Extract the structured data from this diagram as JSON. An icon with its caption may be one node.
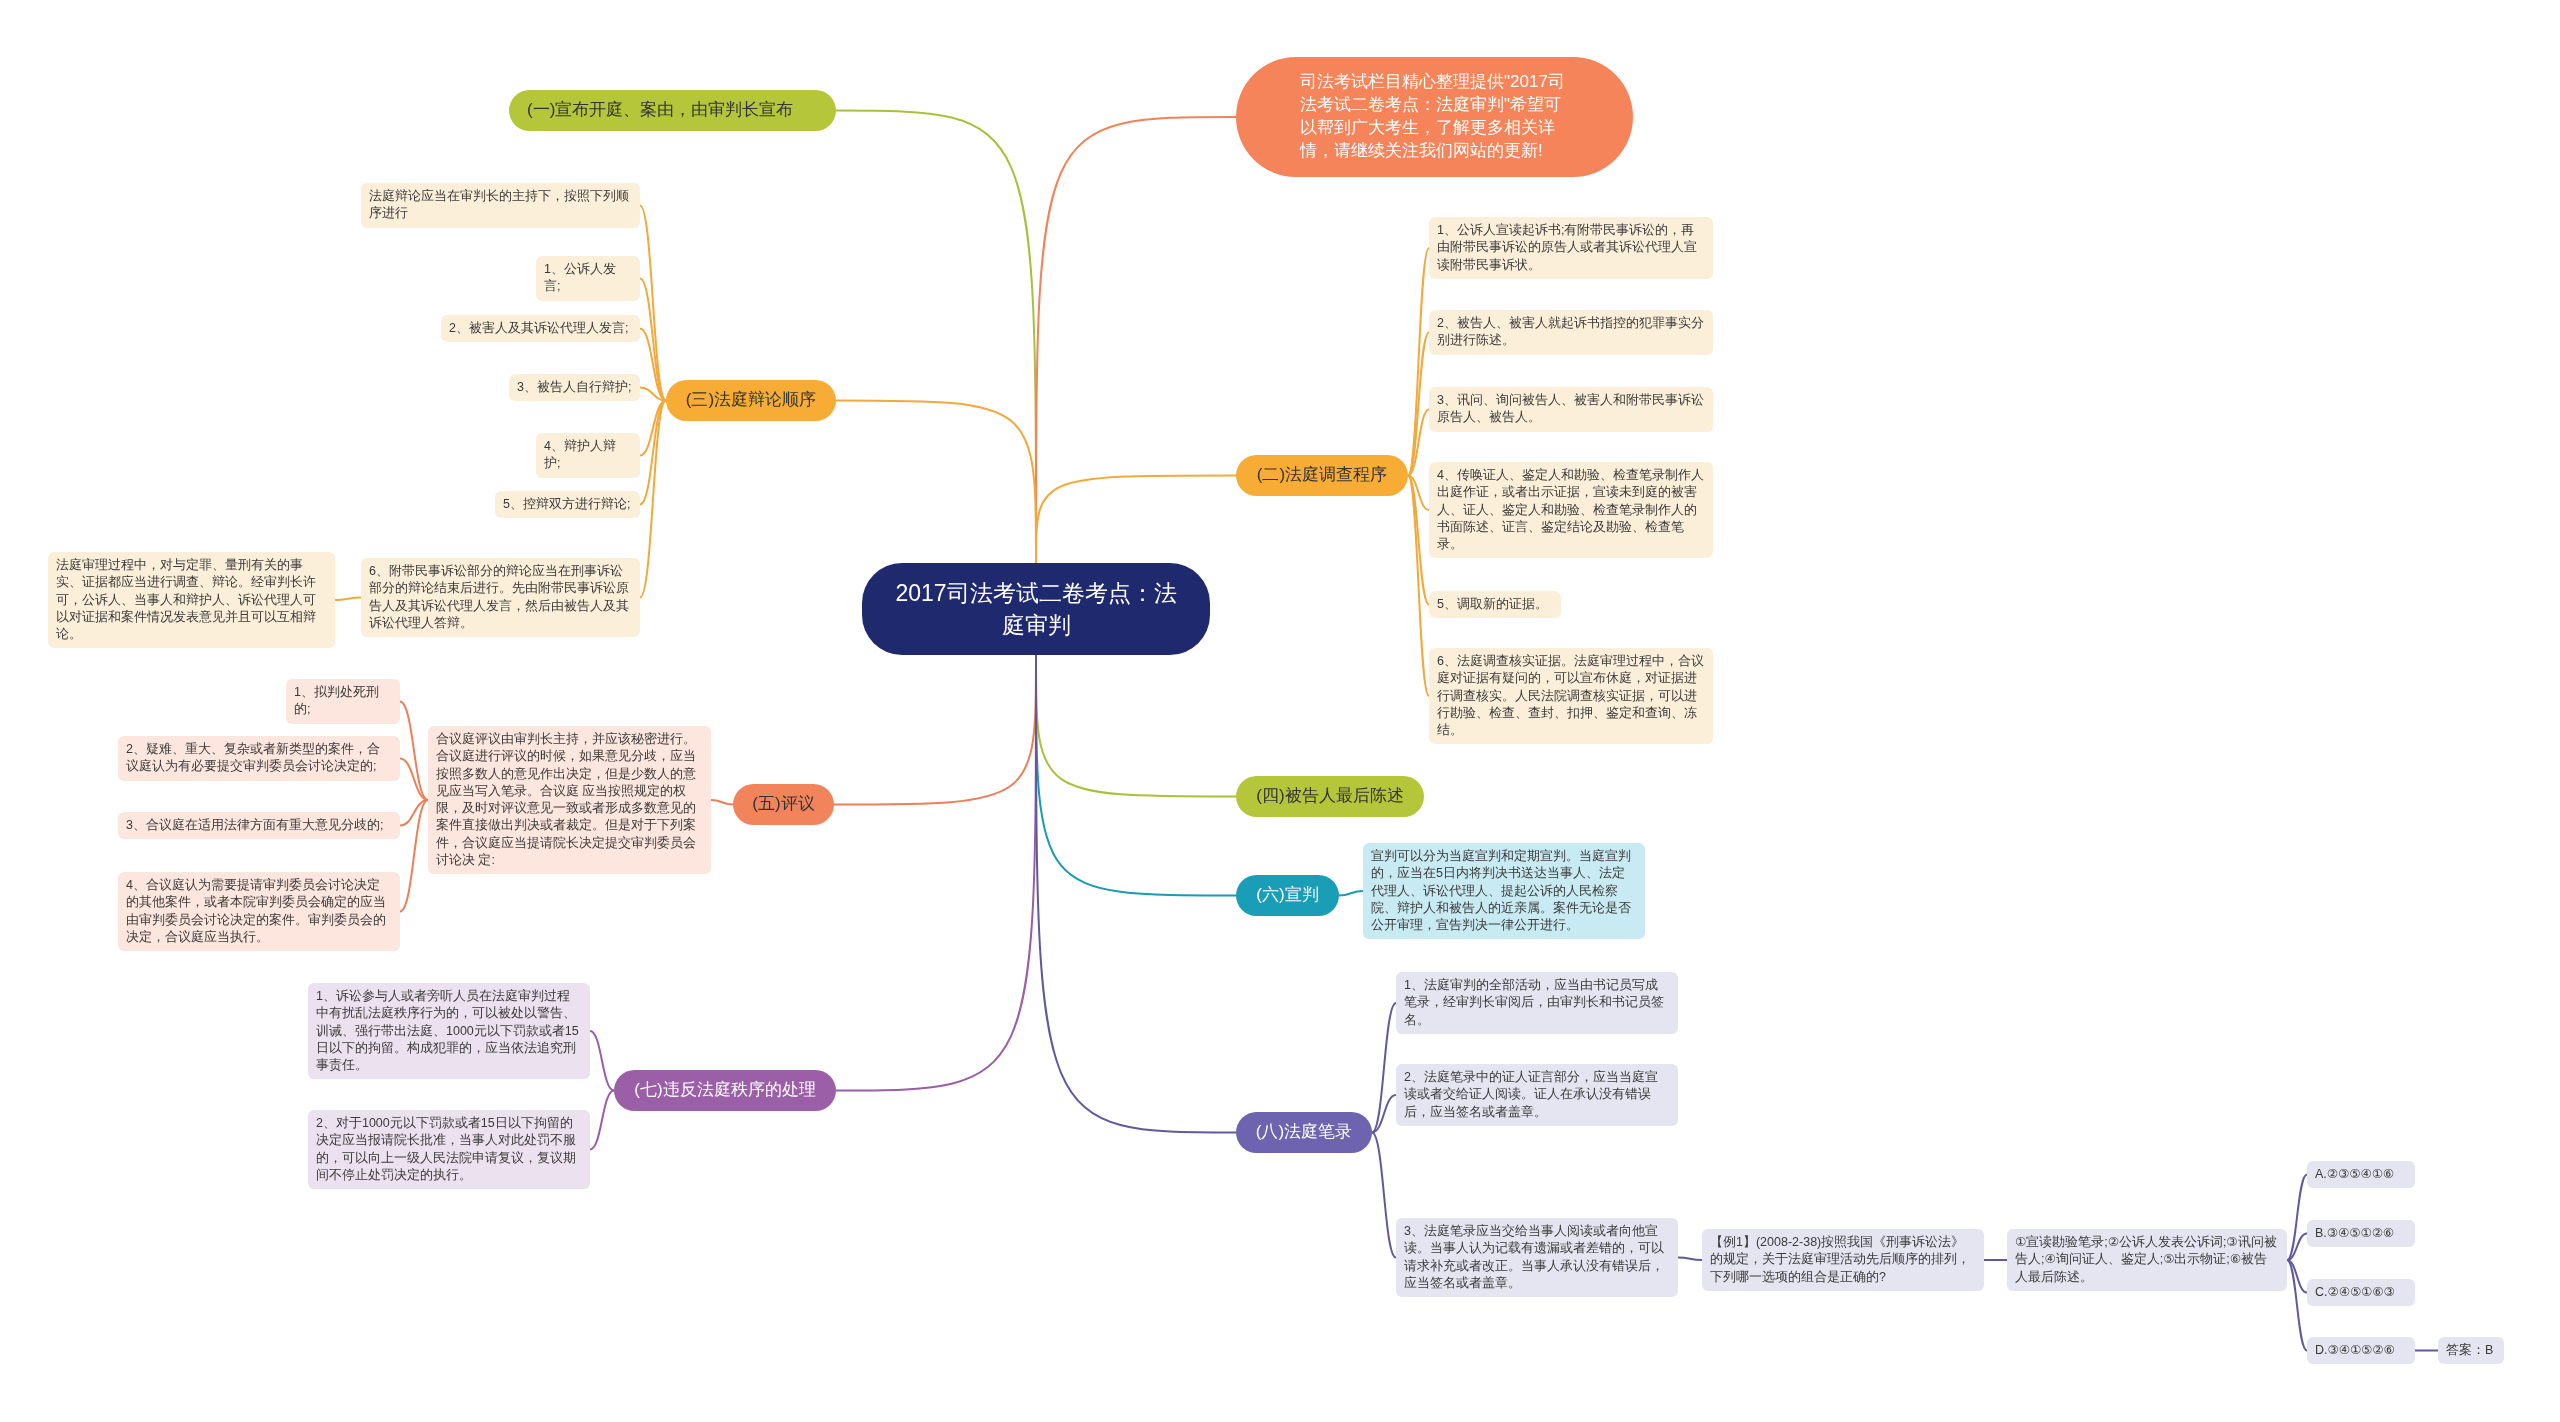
{
  "diagram": {
    "nodes": [
      {
        "text": [
          "2017司法考试二卷考点：法庭审判"
        ]
      },
      {
        "text": [
          "(一)宣布开庭、案由，由审判长宣布"
        ]
      },
      {
        "text": [
          "司法考试栏目精心整理提供\"2017司法考试二卷考点：法庭审判\"希望可以帮到广大考生，了解更多相关详情，请继续关注我们网站的更新!"
        ]
      },
      {
        "text": [
          "(三)法庭辩论顺序"
        ]
      },
      {
        "text": [
          "法庭辩论应当在审判长的主持下，按照下列顺序进行"
        ]
      },
      {
        "text": [
          "1、公诉人发言;"
        ]
      },
      {
        "text": [
          "2、被害人及其诉讼代理人发言;"
        ]
      },
      {
        "text": [
          "3、被告人自行辩护;"
        ]
      },
      {
        "text": [
          "4、辩护人辩护;"
        ]
      },
      {
        "text": [
          "5、控辩双方进行辩论;"
        ]
      },
      {
        "text": [
          "6、附带民事诉讼部分的辩论应当在刑事诉讼部分的辩论结束后进行。先由附带民事诉讼原告人及其诉讼代理人发言，然后由被告人及其诉讼代理人答辩。"
        ]
      },
      {
        "text": [
          "法庭审理过程中，对与定罪、量刑有关的事实、证据都应当进行调查、辩论。经审判长许可，公诉人、当事人和辩护人、诉讼代理人可以对证据和案件情况发表意见并且可以互相辩论。"
        ]
      },
      {
        "text": [
          "(二)法庭调查程序"
        ]
      },
      {
        "text": [
          "1、公诉人宣读起诉书;有附带民事诉讼的，再由附带民事诉讼的原告人或者其诉讼代理人宣读附带民事诉状。"
        ]
      },
      {
        "text": [
          "2、被告人、被害人就起诉书指控的犯罪事实分别进行陈述。"
        ]
      },
      {
        "text": [
          "3、讯问、询问被告人、被害人和附带民事诉讼原告人、被告人。"
        ]
      },
      {
        "text": [
          "4、传唤证人、鉴定人和勘验、检查笔录制作人出庭作证，或者出示证据，宣读未到庭的被害人、证人、鉴定人和勘验、检查笔录制作人的书面陈述、证言、鉴定结论及勘验、检查笔录。"
        ]
      },
      {
        "text": [
          "5、调取新的证据。"
        ]
      },
      {
        "text": [
          "6、法庭调查核实证据。法庭审理过程中，合议庭对证据有疑问的，可以宣布休庭，对证据进行调查核实。人民法院调查核实证据，可以进行勘验、检查、查封、扣押、鉴定和查询、冻结。"
        ]
      },
      {
        "text": [
          "(四)被告人最后陈述"
        ]
      },
      {
        "text": [
          "(五)评议"
        ]
      },
      {
        "text": [
          "合议庭评议由审判长主持，并应该秘密进行。合议庭进行评议的时候，如果意见分歧，应当按照多数人的意见作出决定，但是少数人的意见应当写入笔录。合议庭 应当按照规定的权限，及时对评议意见一致或者形成多数意见的案件直接做出判决或者裁定。但是对于下列案件，合议庭应当提请院长决定提交审判委员会讨论决 定:"
        ]
      },
      {
        "text": [
          "1、拟判处死刑的;"
        ]
      },
      {
        "text": [
          "2、疑难、重大、复杂或者新类型的案件，合议庭认为有必要提交审判委员会讨论决定的;"
        ]
      },
      {
        "text": [
          "3、合议庭在适用法律方面有重大意见分歧的;"
        ]
      },
      {
        "text": [
          "4、合议庭认为需要提请审判委员会讨论决定的其他案件，或者本院审判委员会确定的应当由审判委员会讨论决定的案件。审判委员会的决定，合议庭应当执行。"
        ]
      },
      {
        "text": [
          "(六)宣判"
        ]
      },
      {
        "text": [
          "宣判可以分为当庭宣判和定期宣判。当庭宣判的，应当在5日内将判决书送达当事人、法定代理人、诉讼代理人、提起公诉的人民检察院、辩护人和被告人的近亲属。案件无论是否公开审理，宣告判决一律公开进行。"
        ]
      },
      {
        "text": [
          "(七)违反法庭秩序的处理"
        ]
      },
      {
        "text": [
          "1、诉讼参与人或者旁听人员在法庭审判过程中有扰乱法庭秩序行为的，可以被处以警告、训诫、强行带出法庭、1000元以下罚款或者15日以下的拘留。构成犯罪的，应当依法追究刑事责任。"
        ]
      },
      {
        "text": [
          "2、对于1000元以下罚款或者15日以下拘留的决定应当报请院长批准，当事人对此处罚不服的，可以向上一级人民法院申请复议，复议期间不停止处罚决定的执行。"
        ]
      },
      {
        "text": [
          "(八)法庭笔录"
        ]
      },
      {
        "text": [
          "1、法庭审判的全部活动，应当由书记员写成笔录，经审判长审阅后，由审判长和书记员签名。"
        ]
      },
      {
        "text": [
          "2、法庭笔录中的证人证言部分，应当当庭宣读或者交给证人阅读。证人在承认没有错误后，应当签名或者盖章。"
        ]
      },
      {
        "text": [
          "3、法庭笔录应当交给当事人阅读或者向他宣读。当事人认为记载有遗漏或者差错的，可以请求补充或者改正。当事人承认没有错误后，应当签名或者盖章。"
        ]
      },
      {
        "text": [
          "【例1】(2008-2-38)按照我国《刑事诉讼法》的规定，关于法庭审理活动先后顺序的排列，下列哪一选项的组合是正确的?"
        ]
      },
      {
        "text": [
          "①宣读勘验笔录;②公诉人发表公诉词;③讯问被告人;④询问证人、鉴定人;⑤出示物证;⑥被告人最后陈述。"
        ]
      },
      {
        "text": [
          "A.②③⑤④①⑥"
        ]
      },
      {
        "text": [
          "B.③④⑤①②⑥"
        ]
      },
      {
        "text": [
          "C.②④⑤①⑥③"
        ]
      },
      {
        "text": [
          "D.③④①⑤②⑥"
        ]
      },
      {
        "text": [
          "答案：B"
        ]
      }
    ],
    "edges": [
      {
        "from": 0,
        "to": 1,
        "arrow": "none",
        "color": "#a9c13a"
      },
      {
        "from": 0,
        "to": 2,
        "arrow": "none",
        "color": "#f08358"
      },
      {
        "from": 0,
        "to": 3,
        "arrow": "none",
        "color": "#f2a93b"
      },
      {
        "from": 3,
        "to": 4,
        "arrow": "none",
        "color": "#f2a93b"
      },
      {
        "from": 3,
        "to": 5,
        "arrow": "none",
        "color": "#f2a93b"
      },
      {
        "from": 3,
        "to": 6,
        "arrow": "none",
        "color": "#f2a93b"
      },
      {
        "from": 3,
        "to": 7,
        "arrow": "none",
        "color": "#f2a93b"
      },
      {
        "from": 3,
        "to": 8,
        "arrow": "none",
        "color": "#f2a93b"
      },
      {
        "from": 3,
        "to": 9,
        "arrow": "none",
        "color": "#f2a93b"
      },
      {
        "from": 3,
        "to": 10,
        "arrow": "none",
        "color": "#f2a93b"
      },
      {
        "from": 10,
        "to": 11,
        "arrow": "none",
        "color": "#f2a93b"
      },
      {
        "from": 0,
        "to": 12,
        "arrow": "none",
        "color": "#f2a93b"
      },
      {
        "from": 12,
        "to": 13,
        "arrow": "none",
        "color": "#f2a93b"
      },
      {
        "from": 12,
        "to": 14,
        "arrow": "none",
        "color": "#f2a93b"
      },
      {
        "from": 12,
        "to": 15,
        "arrow": "none",
        "color": "#f2a93b"
      },
      {
        "from": 12,
        "to": 16,
        "arrow": "none",
        "color": "#f2a93b"
      },
      {
        "from": 12,
        "to": 17,
        "arrow": "none",
        "color": "#f2a93b"
      },
      {
        "from": 12,
        "to": 18,
        "arrow": "none",
        "color": "#f2a93b"
      },
      {
        "from": 0,
        "to": 19,
        "arrow": "none",
        "color": "#a9c13a"
      },
      {
        "from": 0,
        "to": 20,
        "arrow": "none",
        "color": "#ec7f58"
      },
      {
        "from": 20,
        "to": 21,
        "arrow": "none",
        "color": "#ec7f58"
      },
      {
        "from": 21,
        "to": 22,
        "arrow": "none",
        "color": "#ec7f58"
      },
      {
        "from": 21,
        "to": 23,
        "arrow": "none",
        "color": "#ec7f58"
      },
      {
        "from": 21,
        "to": 24,
        "arrow": "none",
        "color": "#ec7f58"
      },
      {
        "from": 21,
        "to": 25,
        "arrow": "none",
        "color": "#ec7f58"
      },
      {
        "from": 0,
        "to": 26,
        "arrow": "none",
        "color": "#1a9bb3"
      },
      {
        "from": 26,
        "to": 27,
        "arrow": "none",
        "color": "#1a9bb3"
      },
      {
        "from": 0,
        "to": 28,
        "arrow": "none",
        "color": "#9a5ea6"
      },
      {
        "from": 28,
        "to": 29,
        "arrow": "none",
        "color": "#9a5ea6"
      },
      {
        "from": 28,
        "to": 30,
        "arrow": "none",
        "color": "#9a5ea6"
      },
      {
        "from": 0,
        "to": 31,
        "arrow": "none",
        "color": "#5f5a9e"
      },
      {
        "from": 31,
        "to": 32,
        "arrow": "none",
        "color": "#5f5a9e"
      },
      {
        "from": 31,
        "to": 33,
        "arrow": "none",
        "color": "#5f5a9e"
      },
      {
        "from": 31,
        "to": 34,
        "arrow": "none",
        "color": "#5f5a9e"
      },
      {
        "from": 34,
        "to": 35,
        "arrow": "none",
        "color": "#5f5a9e"
      },
      {
        "from": 35,
        "to": 36,
        "arrow": "none",
        "color": "#5f5a9e"
      },
      {
        "from": 36,
        "to": 37,
        "arrow": "none",
        "color": "#5f5a9e"
      },
      {
        "from": 36,
        "to": 38,
        "arrow": "none",
        "color": "#5f5a9e"
      },
      {
        "from": 36,
        "to": 39,
        "arrow": "none",
        "color": "#5f5a9e"
      },
      {
        "from": 36,
        "to": 40,
        "arrow": "none",
        "color": "#5f5a9e"
      },
      {
        "from": 40,
        "to": 41,
        "arrow": "none",
        "color": "#5f5a9e"
      }
    ]
  }
}
